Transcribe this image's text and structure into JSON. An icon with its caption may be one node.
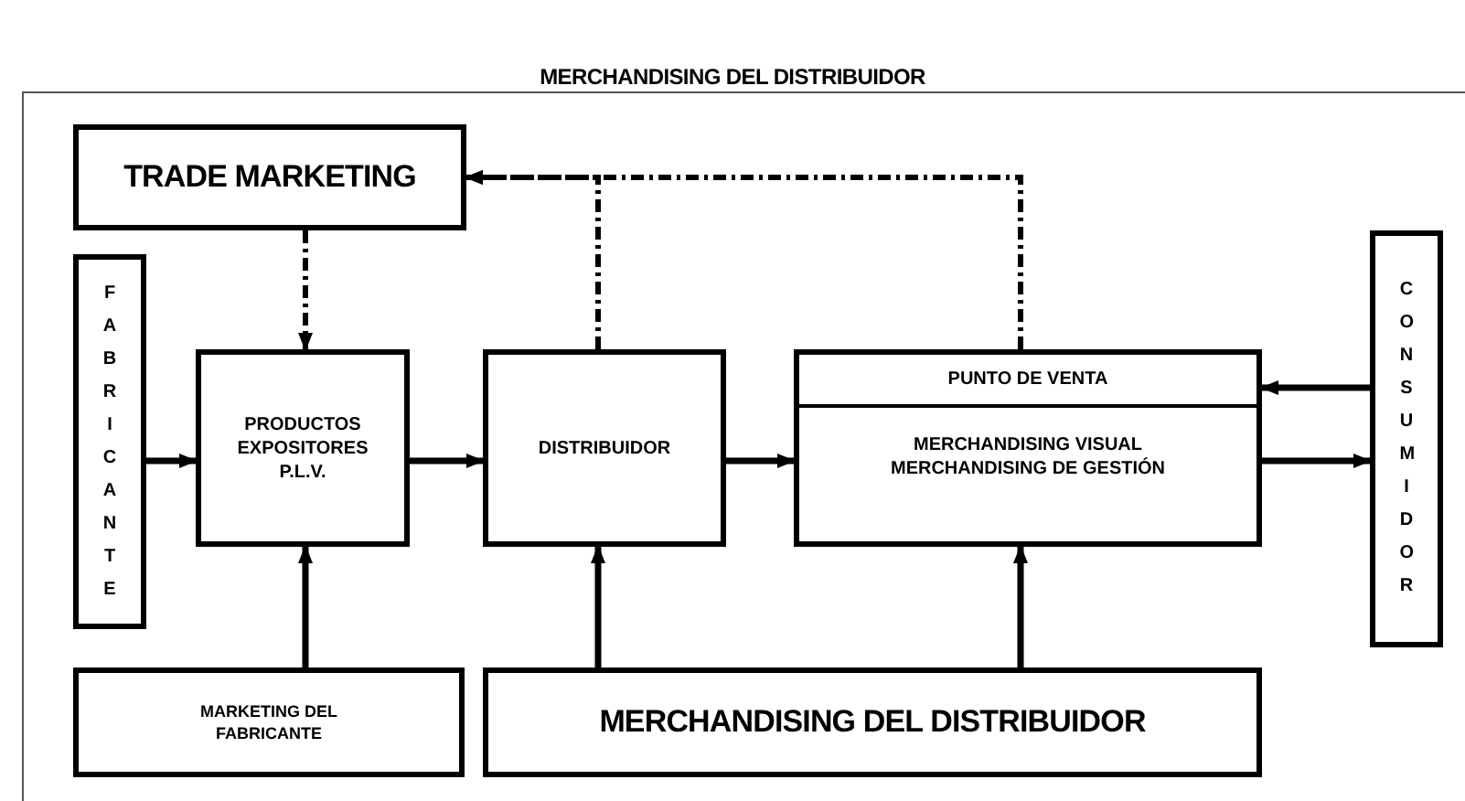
{
  "diagram": {
    "title": "MERCHANDISING DEL DISTRIBUIDOR",
    "nodes": [
      {
        "text": [
          "TRADE MARKETING"
        ]
      },
      {
        "text": [
          "FABRICANTE"
        ]
      },
      {
        "text": [
          "PRODUCTOS EXPOSITORES P.L.V."
        ]
      },
      {
        "text": [
          "DISTRIBUIDOR"
        ]
      },
      {
        "text": [
          "PUNTO DE VENTA",
          "MERCHANDISING VISUAL MERCHANDISING DE GESTIÓN"
        ]
      },
      {
        "text": [
          "CONSUMIDOR"
        ]
      },
      {
        "text": [
          "MARKETING DEL FABRICANTE"
        ]
      },
      {
        "text": [
          "MERCHANDISING DEL DISTRIBUIDOR"
        ]
      }
    ],
    "edges": [
      {
        "from": 0,
        "to": 2,
        "arrow": "to",
        "style": "dashed"
      },
      {
        "from": 1,
        "to": 2,
        "arrow": "to"
      },
      {
        "from": 2,
        "to": 3,
        "arrow": "to"
      },
      {
        "from": 3,
        "to": 4,
        "arrow": "to"
      },
      {
        "from": 4,
        "to": 5,
        "arrow": "to"
      },
      {
        "from": 5,
        "to": 4,
        "arrow": "to"
      },
      {
        "from": 6,
        "to": 2,
        "arrow": "to"
      },
      {
        "from": 7,
        "to": 3,
        "arrow": "to"
      },
      {
        "from": 7,
        "to": 4,
        "arrow": "to"
      },
      {
        "from": 3,
        "to": 0,
        "arrow": "to",
        "style": "dashed"
      },
      {
        "from": 4,
        "to": 0,
        "arrow": "to",
        "style": "dashed"
      }
    ]
  }
}
